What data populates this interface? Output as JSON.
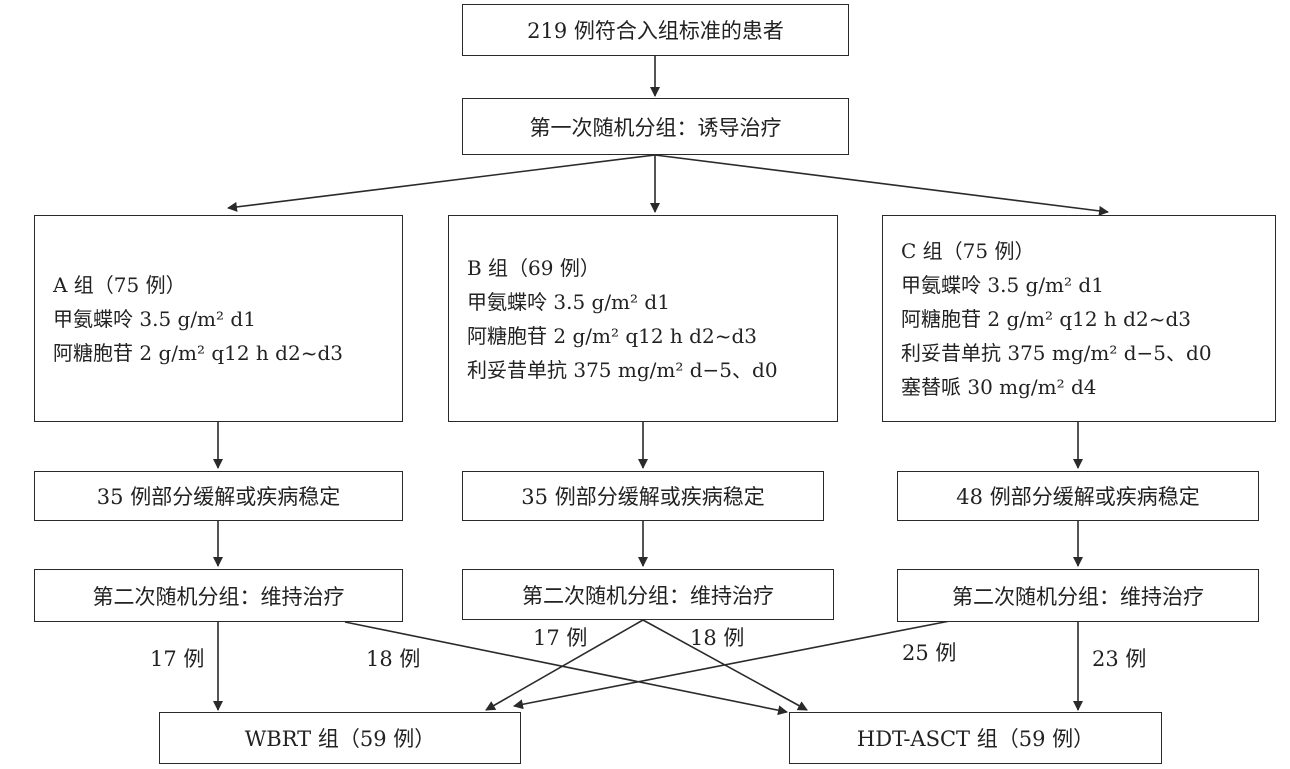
{
  "top": "219 例符合入组标准的患者",
  "rand1": "第一次随机分组：诱导治疗",
  "groups": [
    {
      "title": "A 组（75 例）",
      "lines": [
        "甲氨蝶呤 3.5 g/m² d1",
        "阿糖胞苷 2 g/m² q12 h d2~d3"
      ],
      "response": "35 例部分缓解或疾病稳定",
      "rand2": "第二次随机分组：维持治疗"
    },
    {
      "title": "B 组（69 例）",
      "lines": [
        "甲氨蝶呤 3.5 g/m² d1",
        "阿糖胞苷 2 g/m² q12 h d2~d3",
        "利妥昔单抗 375 mg/m² d−5、d0"
      ],
      "response": "35 例部分缓解或疾病稳定",
      "rand2": "第二次随机分组：维持治疗"
    },
    {
      "title": "C 组（75 例）",
      "lines": [
        "甲氨蝶呤 3.5 g/m² d1",
        "阿糖胞苷 2 g/m² q12 h d2~d3",
        "利妥昔单抗 375 mg/m² d−5、d0",
        "塞替哌 30 mg/m² d4"
      ],
      "response": "48 例部分缓解或疾病稳定",
      "rand2": "第二次随机分组：维持治疗"
    }
  ],
  "counts": {
    "a_wbrt": "17 例",
    "a_hdt": "18 例",
    "b_wbrt": "17 例",
    "b_hdt": "18 例",
    "c_wbrt": "25 例",
    "c_hdt": "23 例"
  },
  "outcomes": {
    "wbrt": "WBRT 组（59 例）",
    "hdt": "HDT-ASCT 组（59 例）"
  }
}
